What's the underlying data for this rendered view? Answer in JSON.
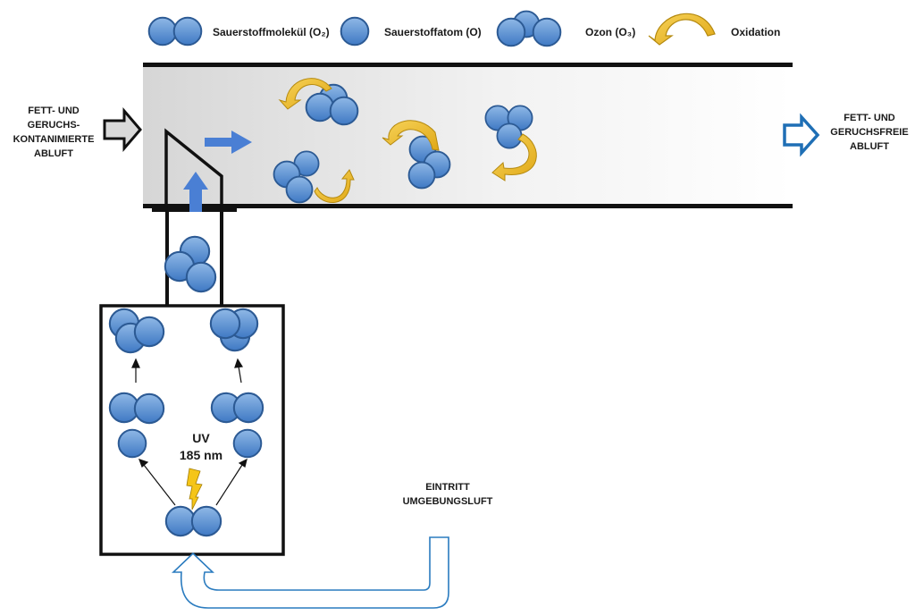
{
  "legend": {
    "o2_label": "Sauerstoffmolekül (O₂)",
    "o_label": "Sauerstoffatom (O)",
    "o3_label": "Ozon (O₃)",
    "oxidation_label": "Oxidation"
  },
  "inlet": {
    "lines": [
      "FETT- UND",
      "GERUCHS-",
      "KONTANIMIERTE",
      "ABLUFT"
    ]
  },
  "outlet": {
    "lines": [
      "FETT- UND",
      "GERUCHSFREIE",
      "ABLUFT"
    ]
  },
  "ambient": {
    "lines": [
      "EINTRITT",
      "UMGEBUNGSLUFT"
    ]
  },
  "uv_chamber": {
    "label_line1": "UV",
    "label_line2": "185 nm"
  },
  "colors": {
    "molecule_fill_top": "#8fb8e6",
    "molecule_fill_bottom": "#3e78c2",
    "molecule_stroke": "#2c5a94",
    "oxidation_arrow": "#f2c12e",
    "oxidation_stroke": "#b58a10",
    "flow_arrow": "#4a7fd4",
    "outlet_arrow": "#1f6fb5",
    "duct_fill": "#d9d9d9",
    "lightning": "#f5c518"
  }
}
